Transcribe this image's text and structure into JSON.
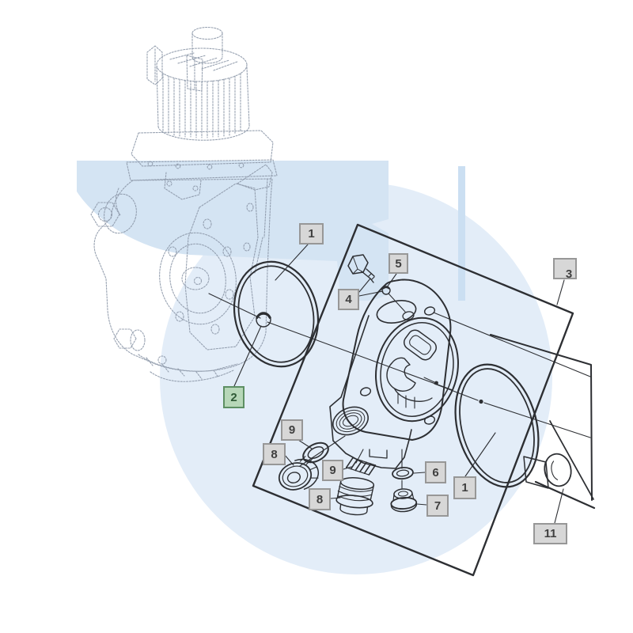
{
  "diagram": {
    "description": "exploded-parts-diagram",
    "callouts": [
      {
        "id": "c1a",
        "label": "1",
        "variant": "default"
      },
      {
        "id": "c2",
        "label": "2",
        "variant": "selected"
      },
      {
        "id": "c3",
        "label": "3",
        "variant": "offset"
      },
      {
        "id": "c4",
        "label": "4",
        "variant": "default"
      },
      {
        "id": "c5",
        "label": "5",
        "variant": "default"
      },
      {
        "id": "c9a",
        "label": "9",
        "variant": "default"
      },
      {
        "id": "c8a",
        "label": "8",
        "variant": "default"
      },
      {
        "id": "c9b",
        "label": "9",
        "variant": "default"
      },
      {
        "id": "c8b",
        "label": "8",
        "variant": "default"
      },
      {
        "id": "c6",
        "label": "6",
        "variant": "default"
      },
      {
        "id": "c7",
        "label": "7",
        "variant": "default"
      },
      {
        "id": "c1b",
        "label": "1",
        "variant": "default"
      },
      {
        "id": "c11",
        "label": "11",
        "variant": "default"
      }
    ],
    "colors": {
      "callout_bg": "#d7d7d7",
      "callout_border": "#979797",
      "callout_text": "#3f3f3f",
      "selected_bg": "#b7d7b8",
      "selected_border": "#5d8f63",
      "selected_text": "#2f5a36",
      "line": "#2d2f33",
      "ghost": "#8d98a9",
      "watermark_band": "#cfe1f1",
      "watermark_fill": "#e3edf8",
      "watermark_blob": "#d4e4f3",
      "watermark_bar": "#cbdff2"
    }
  }
}
